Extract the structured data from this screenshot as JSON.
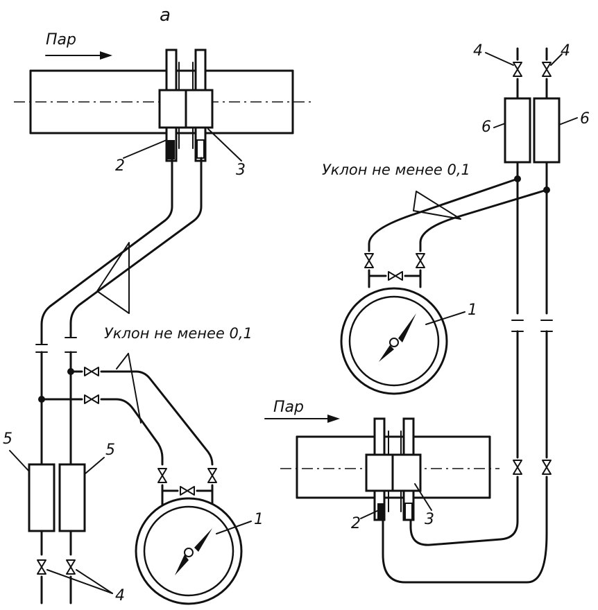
{
  "figure_label": "а",
  "left_scheme": {
    "steam_label": "Пар",
    "slope_note": "Уклон не менее 0,1",
    "callouts": {
      "manometer": "1",
      "orifice_2": "2",
      "orifice_3": "3",
      "valves": "4",
      "chamber_left": "5",
      "chamber_right": "5"
    }
  },
  "right_scheme": {
    "steam_label": "Пар",
    "slope_note": "Уклон не менее 0,1",
    "callouts": {
      "manometer": "1",
      "orifice_2": "2",
      "orifice_3": "3",
      "valve_left": "4",
      "valve_right": "4",
      "chamber_left": "6",
      "chamber_right": "6"
    }
  }
}
